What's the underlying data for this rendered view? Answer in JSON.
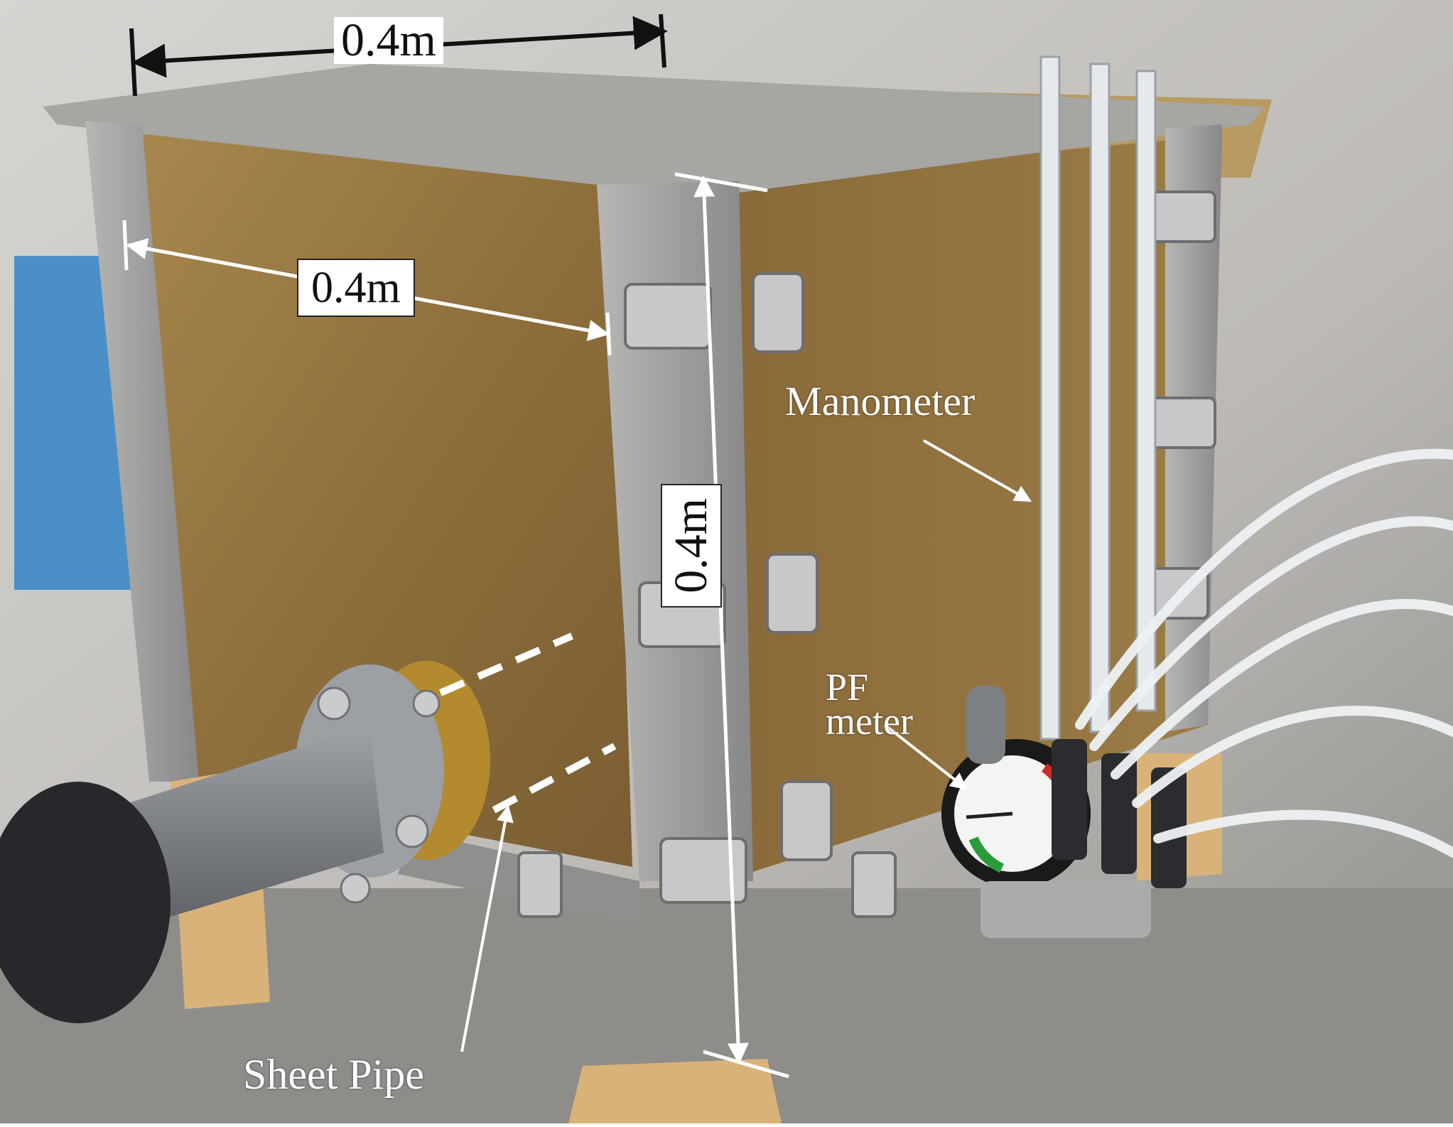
{
  "labels": {
    "top_width": "0.4m",
    "left_width": "0.4m",
    "height": "0.4m",
    "manometer": "Manometer",
    "pf_meter_line1": "PF",
    "pf_meter_line2": "meter",
    "sheet_pipe": "Sheet Pipe"
  },
  "colors": {
    "background": "#c8c6c2",
    "acrylic_box": "#9b7a44",
    "aluminum_frame": "#9a9a98",
    "pvc_pipe": "#7d7f82",
    "brass_flange": "#b48a2e",
    "wood_block": "#d9b27a",
    "tubing": "#e9eef0",
    "label_white": "#ffffff",
    "arrow_black": "#111111"
  }
}
